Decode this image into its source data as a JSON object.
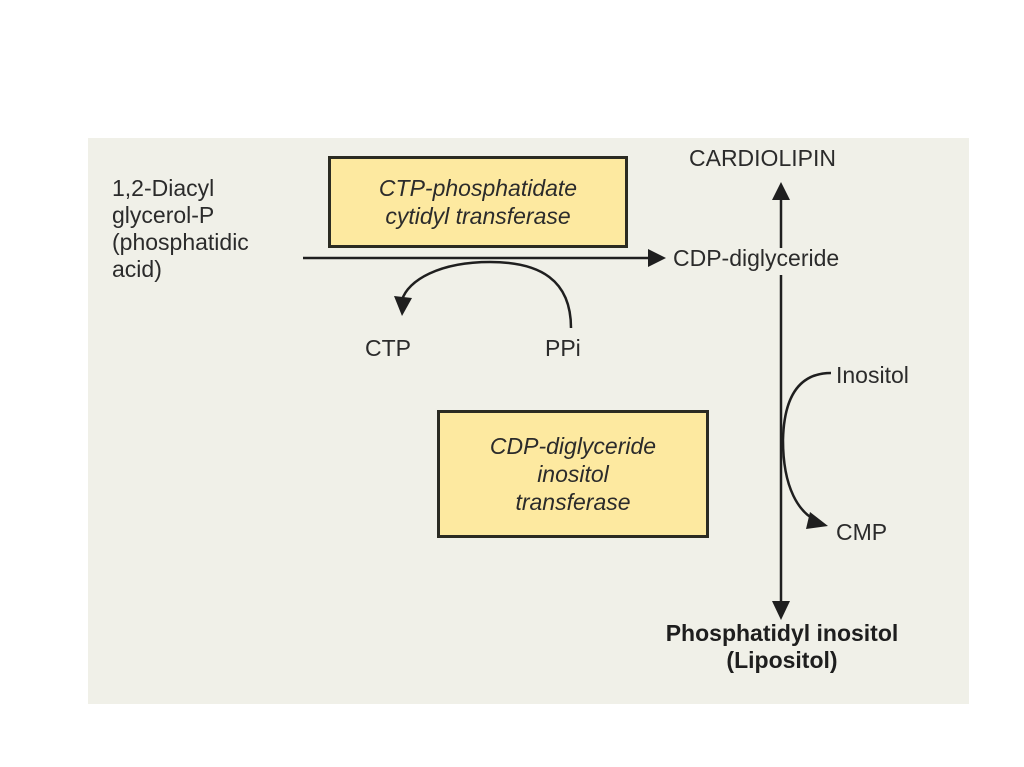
{
  "diagram": {
    "title": "",
    "substrate": {
      "lines": [
        "1,2-Diacyl",
        "glycerol-P",
        "(phosphatidic",
        "acid)"
      ]
    },
    "enzyme_1": {
      "lines": [
        "CTP-phosphatidate",
        "cytidyl transferase"
      ]
    },
    "cofactor_in": "CTP",
    "cofactor_out": "PPi",
    "intermediate": "CDP-diglyceride",
    "branch_product": "CARDIOLIPIN",
    "enzyme_2": {
      "lines": [
        "CDP-diglyceride",
        "inositol",
        "transferase"
      ]
    },
    "cosubstrate_in": "Inositol",
    "coproduct_out": "CMP",
    "final_product": {
      "lines": [
        "Phosphatidyl inositol",
        "(Lipositol)"
      ]
    },
    "colors": {
      "panel_background": "#f0f0e8",
      "enzyme_box_fill": "#fde9a0",
      "line_color": "#1f1f1f"
    }
  }
}
